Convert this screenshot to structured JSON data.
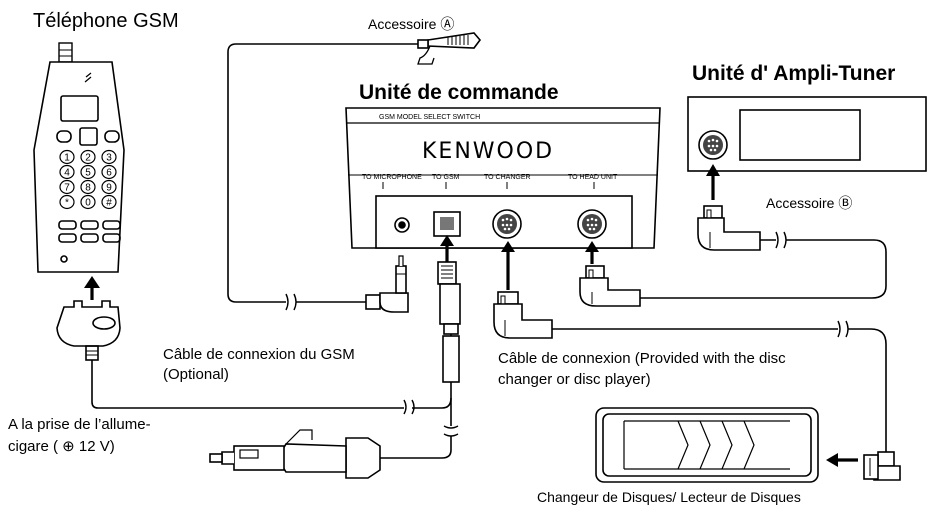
{
  "labels": {
    "phone_title": "Téléphone GSM",
    "accessory_a": "Accessoire Ⓐ",
    "accessory_b": "Accessoire Ⓑ",
    "control_unit": "Unité de commande",
    "amp_tuner": "Unité d' Ampli-Tuner",
    "gsm_cable_line1": "Câble de connexion du GSM",
    "gsm_cable_line2": "(Optional)",
    "conn_cable_line1": "Câble de connexion  (Provided with the disc",
    "conn_cable_line2": "changer or disc player)",
    "lighter_line1": "A la prise de l’allume-",
    "lighter_line2": "cigare ( ⊕ 12 V)",
    "changer": "Changeur de Disques/ Lecteur de Disques"
  },
  "control_box": {
    "brand": "KENWOOD",
    "select_switch": "GSM MODEL SELECT SWITCH",
    "port_microphone": "TO MICROPHONE",
    "port_gsm": "TO GSM",
    "port_changer": "TO CHANGER",
    "port_head_unit": "TO HEAD UNIT"
  },
  "phone_keys": [
    "1",
    "2",
    "3",
    "4",
    "5",
    "6",
    "7",
    "8",
    "9",
    "*",
    "0",
    "#"
  ]
}
